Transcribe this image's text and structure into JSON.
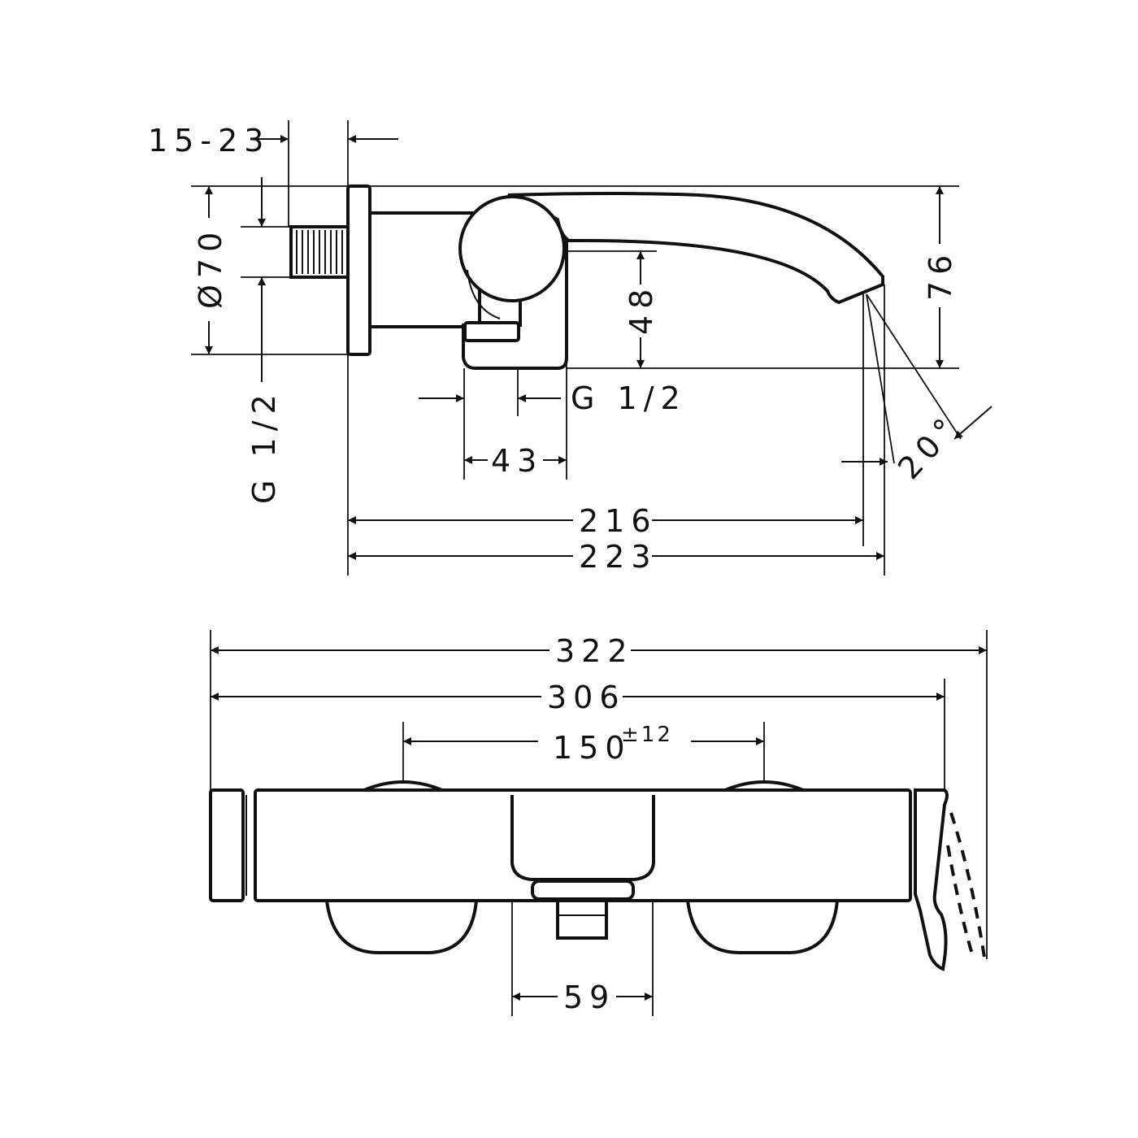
{
  "side_view": {
    "dim_supply_offset": "15-23",
    "dim_flange_diameter": "Ø70",
    "dim_supply_thread": "G 1/2",
    "dim_height_outlet": "48",
    "dim_outlet_thread": "G 1/2",
    "dim_outlet_width": "43",
    "dim_projection_short": "216",
    "dim_projection_long": "223",
    "dim_overall_height": "76",
    "dim_spout_angle": "20°"
  },
  "top_view": {
    "dim_overall_width": "322",
    "dim_body_width": "306",
    "dim_centres": "150",
    "dim_centres_tolerance": "±12",
    "dim_diverter_width": "59"
  }
}
